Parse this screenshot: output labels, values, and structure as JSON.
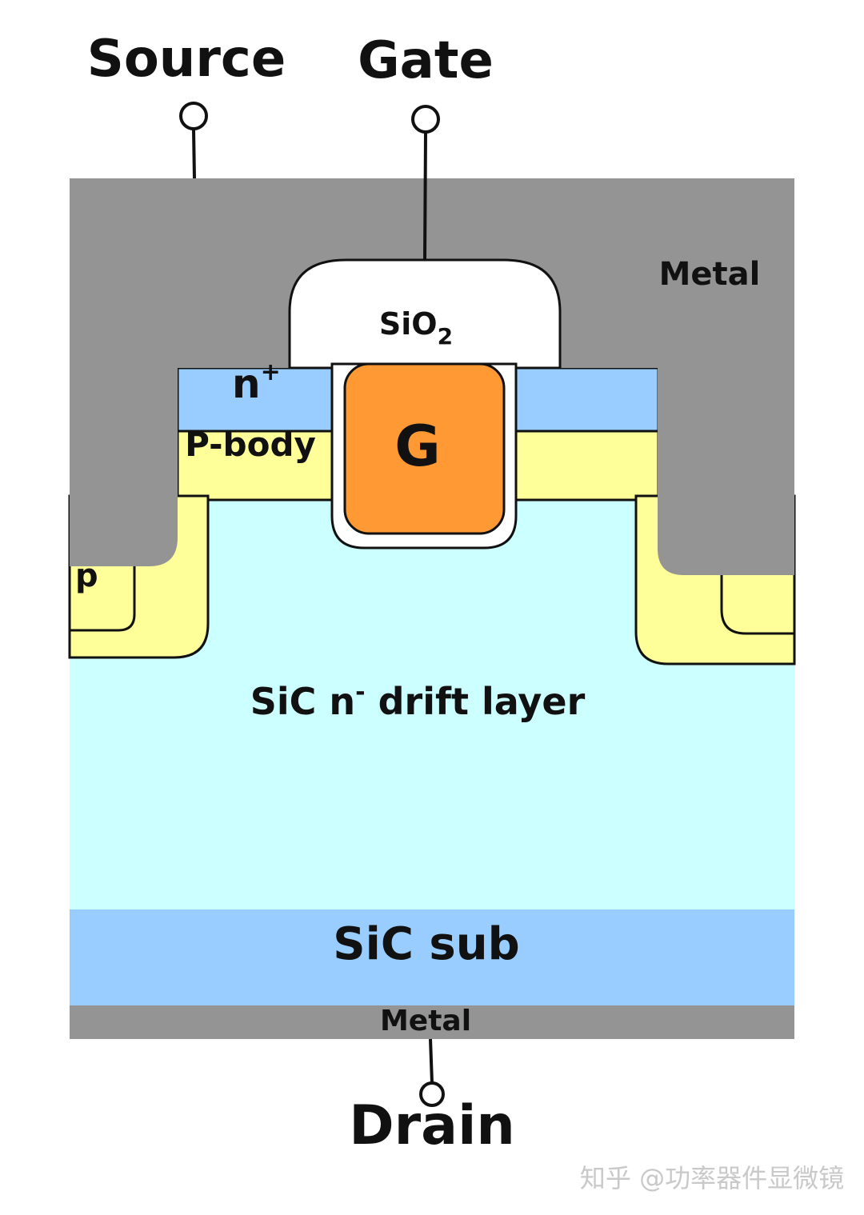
{
  "terminals": {
    "source": "Source",
    "gate": "Gate",
    "drain": "Drain"
  },
  "regions": {
    "metal_top": "Metal",
    "oxide_base": "SiO",
    "oxide_sub": "2",
    "n_plus_base": "n",
    "n_plus_sup": "+",
    "p_body": "P-body",
    "gate_poly": "G",
    "p_plus_left": "p",
    "drift_base": "SiC n",
    "drift_sup": "-",
    "drift_rest": " drift layer",
    "substrate": "SiC sub",
    "metal_bottom": "Metal"
  },
  "watermark": "知乎 @功率器件显微镜",
  "colors": {
    "metal": "#949494",
    "n_plus": "#99ccff",
    "p_body": "#ffff99",
    "drift": "#ccffff",
    "substrate": "#99ccff",
    "gate": "#ff9933",
    "oxide": "#ffffff",
    "outline": "#111111"
  }
}
